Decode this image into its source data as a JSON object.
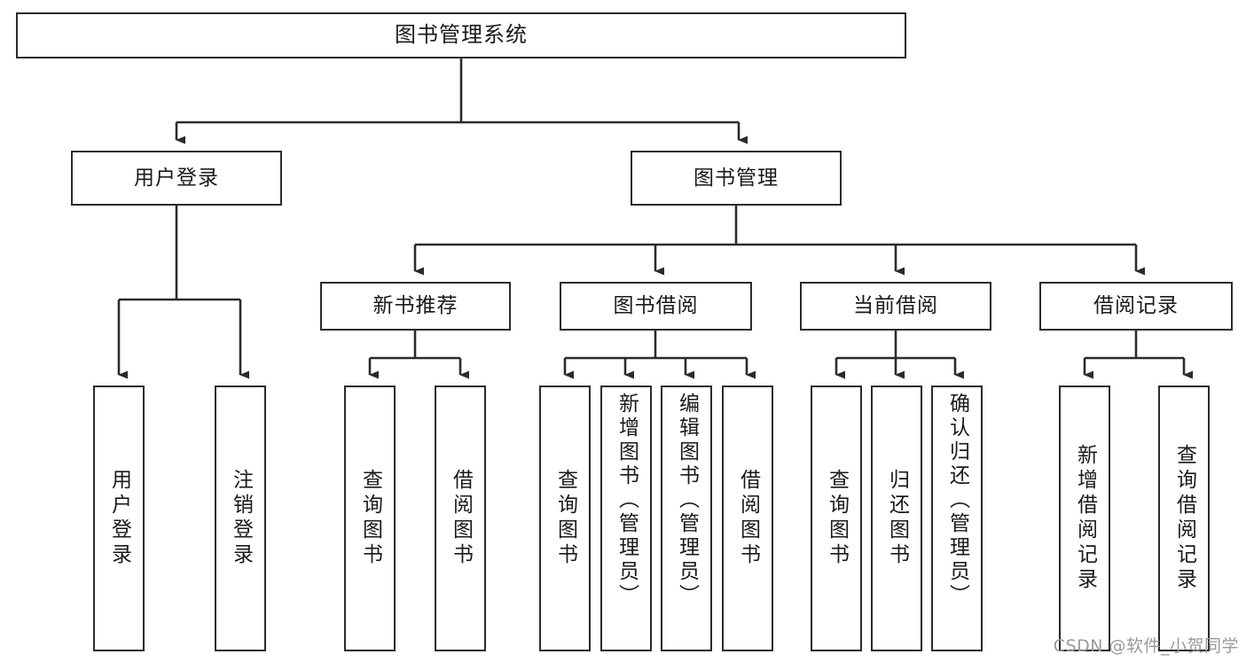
{
  "diagram": {
    "title": "图书管理系统",
    "type": "functional-structure-tree",
    "orientation": "top-down",
    "line_color": "#2b2b2b",
    "box_fill": "#ffffff",
    "text_color": "#1a1a1a"
  },
  "root": {
    "label": "图书管理系统"
  },
  "level2": [
    {
      "label": "用户登录"
    },
    {
      "label": "图书管理"
    }
  ],
  "level3": [
    {
      "label": "新书推荐"
    },
    {
      "label": "图书借阅"
    },
    {
      "label": "当前借阅"
    },
    {
      "label": "借阅记录"
    }
  ],
  "leaves": {
    "user_login": [
      {
        "label": "用户登录"
      },
      {
        "label": "注销登录"
      }
    ],
    "new_book": [
      {
        "label": "查询图书"
      },
      {
        "label": "借阅图书"
      }
    ],
    "book_borrow": [
      {
        "label": "查询图书"
      },
      {
        "label": "新增图书（管理员）"
      },
      {
        "label": "编辑图书（管理员）"
      },
      {
        "label": "借阅图书"
      }
    ],
    "current_borrow": [
      {
        "label": "查询图书"
      },
      {
        "label": "归还图书"
      },
      {
        "label": "确认归还（管理员）"
      }
    ],
    "borrow_record": [
      {
        "label": "新增借阅记录"
      },
      {
        "label": "查询借阅记录"
      }
    ]
  },
  "watermark": {
    "text": "CSDN @软件_小贺同学"
  }
}
